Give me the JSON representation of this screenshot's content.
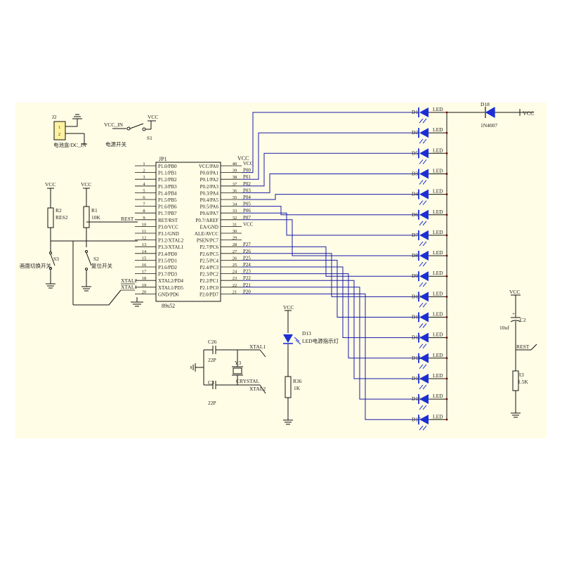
{
  "colors": {
    "sheet": "#fffde6",
    "wire": "#111111",
    "net": "#1a1aa8",
    "led": "#1c2fd6",
    "pin_dot": "#c00000"
  },
  "chip": {
    "ref": "JP1",
    "part": "89s52",
    "left_pins": [
      {
        "num": "1",
        "name": "P1.0/PB0"
      },
      {
        "num": "2",
        "name": "P1.1/PB1"
      },
      {
        "num": "3",
        "name": "P1.2/PB2"
      },
      {
        "num": "4",
        "name": "P1.3/PB3"
      },
      {
        "num": "5",
        "name": "P1.4/PB4"
      },
      {
        "num": "6",
        "name": "P1.5/PB5"
      },
      {
        "num": "7",
        "name": "P1.6/PB6"
      },
      {
        "num": "8",
        "name": "P1.7/PB7"
      },
      {
        "num": "9",
        "name": "RET/RST"
      },
      {
        "num": "10",
        "name": "P3.0/VCC"
      },
      {
        "num": "11",
        "name": "P3.1/GND"
      },
      {
        "num": "12",
        "name": "P3.2/XTAL2"
      },
      {
        "num": "13",
        "name": "P3.3/XTAL1"
      },
      {
        "num": "14",
        "name": "P3.4/PD0"
      },
      {
        "num": "15",
        "name": "P3.5/PD1"
      },
      {
        "num": "16",
        "name": "P3.6/PD2"
      },
      {
        "num": "17",
        "name": "P3.7/PD3"
      },
      {
        "num": "18",
        "name": "XTAL2/PD4"
      },
      {
        "num": "19",
        "name": "XTAL1/PD5"
      },
      {
        "num": "20",
        "name": "GND/PD6"
      }
    ],
    "right_pins": [
      {
        "num": "40",
        "name": "VCC/PA0",
        "net": "VCC"
      },
      {
        "num": "39",
        "name": "P0.0/PA1",
        "net": "P00"
      },
      {
        "num": "38",
        "name": "P0.1/PA2",
        "net": "P01"
      },
      {
        "num": "37",
        "name": "P0.2/PA3",
        "net": "P02"
      },
      {
        "num": "36",
        "name": "P0.3/PA4",
        "net": "P03"
      },
      {
        "num": "35",
        "name": "P0.4/PA5",
        "net": "P04"
      },
      {
        "num": "34",
        "name": "P0.5/PA6",
        "net": "P05"
      },
      {
        "num": "33",
        "name": "P0.6/PA7",
        "net": "P06"
      },
      {
        "num": "32",
        "name": "P0.7/AREF",
        "net": "P07"
      },
      {
        "num": "31",
        "name": "EA/GND",
        "net": "VCC"
      },
      {
        "num": "30",
        "name": "ALE/AVCC",
        "net": ""
      },
      {
        "num": "29",
        "name": "PSEN/PC7",
        "net": ""
      },
      {
        "num": "28",
        "name": "P2.7/PC6",
        "net": "P27"
      },
      {
        "num": "27",
        "name": "P2.6/PC5",
        "net": "P26"
      },
      {
        "num": "26",
        "name": "P2.5/PC4",
        "net": "P25"
      },
      {
        "num": "25",
        "name": "P2.4/PC3",
        "net": "P24"
      },
      {
        "num": "24",
        "name": "P2.3/PC2",
        "net": "P23"
      },
      {
        "num": "23",
        "name": "P2.2/PC1",
        "net": "P22"
      },
      {
        "num": "22",
        "name": "P2.1/PC0",
        "net": "P21"
      },
      {
        "num": "21",
        "name": "P2.0/PD7",
        "net": "P20"
      }
    ],
    "left_nets": {
      "rest": "REST",
      "xtal2": "XTAL2",
      "xtal1": "XTAL1"
    }
  },
  "leds": [
    {
      "ref": "D1",
      "label": "LED"
    },
    {
      "ref": "D2",
      "label": "LED"
    },
    {
      "ref": "D5",
      "label": "LED"
    },
    {
      "ref": "D3",
      "label": "LED"
    },
    {
      "ref": "D4",
      "label": "LED"
    },
    {
      "ref": "D6",
      "label": "LED"
    },
    {
      "ref": "D7",
      "label": "LED"
    },
    {
      "ref": "D8",
      "label": "LED"
    },
    {
      "ref": "D9",
      "label": "LED"
    },
    {
      "ref": "D10",
      "label": "LED"
    },
    {
      "ref": "D11",
      "label": "LED"
    },
    {
      "ref": "D12",
      "label": "LED"
    },
    {
      "ref": "D14",
      "label": "LED"
    },
    {
      "ref": "D15",
      "label": "LED"
    },
    {
      "ref": "D16",
      "label": "LED"
    },
    {
      "ref": "D17",
      "label": "LED"
    }
  ],
  "diode": {
    "ref": "D18",
    "part": "1N4007",
    "vcc": "VCC"
  },
  "power": {
    "jack_ref": "J2",
    "jack_label": "电池盒/DC_IN",
    "switch_ref": "S1",
    "switch_in": "VCC_IN",
    "switch_out": "VCC",
    "switch_label": "电源开关"
  },
  "left_circuit": {
    "r2": {
      "ref": "R2",
      "value": "RES2",
      "vcc": "VCC"
    },
    "r1": {
      "ref": "R1",
      "value": "10K",
      "vcc": "VCC"
    },
    "s3": {
      "ref": "S3",
      "label": "画面切换开关"
    },
    "s2": {
      "ref": "S2",
      "label": "复位开关"
    }
  },
  "crystal": {
    "c26": {
      "ref": "C26",
      "value": "22P"
    },
    "c3": {
      "ref": "C3",
      "value": "22P"
    },
    "y3": {
      "ref": "Y3",
      "value": "CRYSTAL"
    },
    "xtal1": "XTAL1",
    "xtal2": "XTAL2"
  },
  "indicator": {
    "vcc": "VCC",
    "led_ref": "D13",
    "led_label": "LED电源指示灯",
    "r_ref": "R36",
    "r_value": "1K"
  },
  "reset": {
    "vcc": "VCC",
    "cap_ref": "C2",
    "cap_value": "10uf",
    "net": "REST",
    "r_ref": "R3",
    "r_value": "1.5K"
  }
}
